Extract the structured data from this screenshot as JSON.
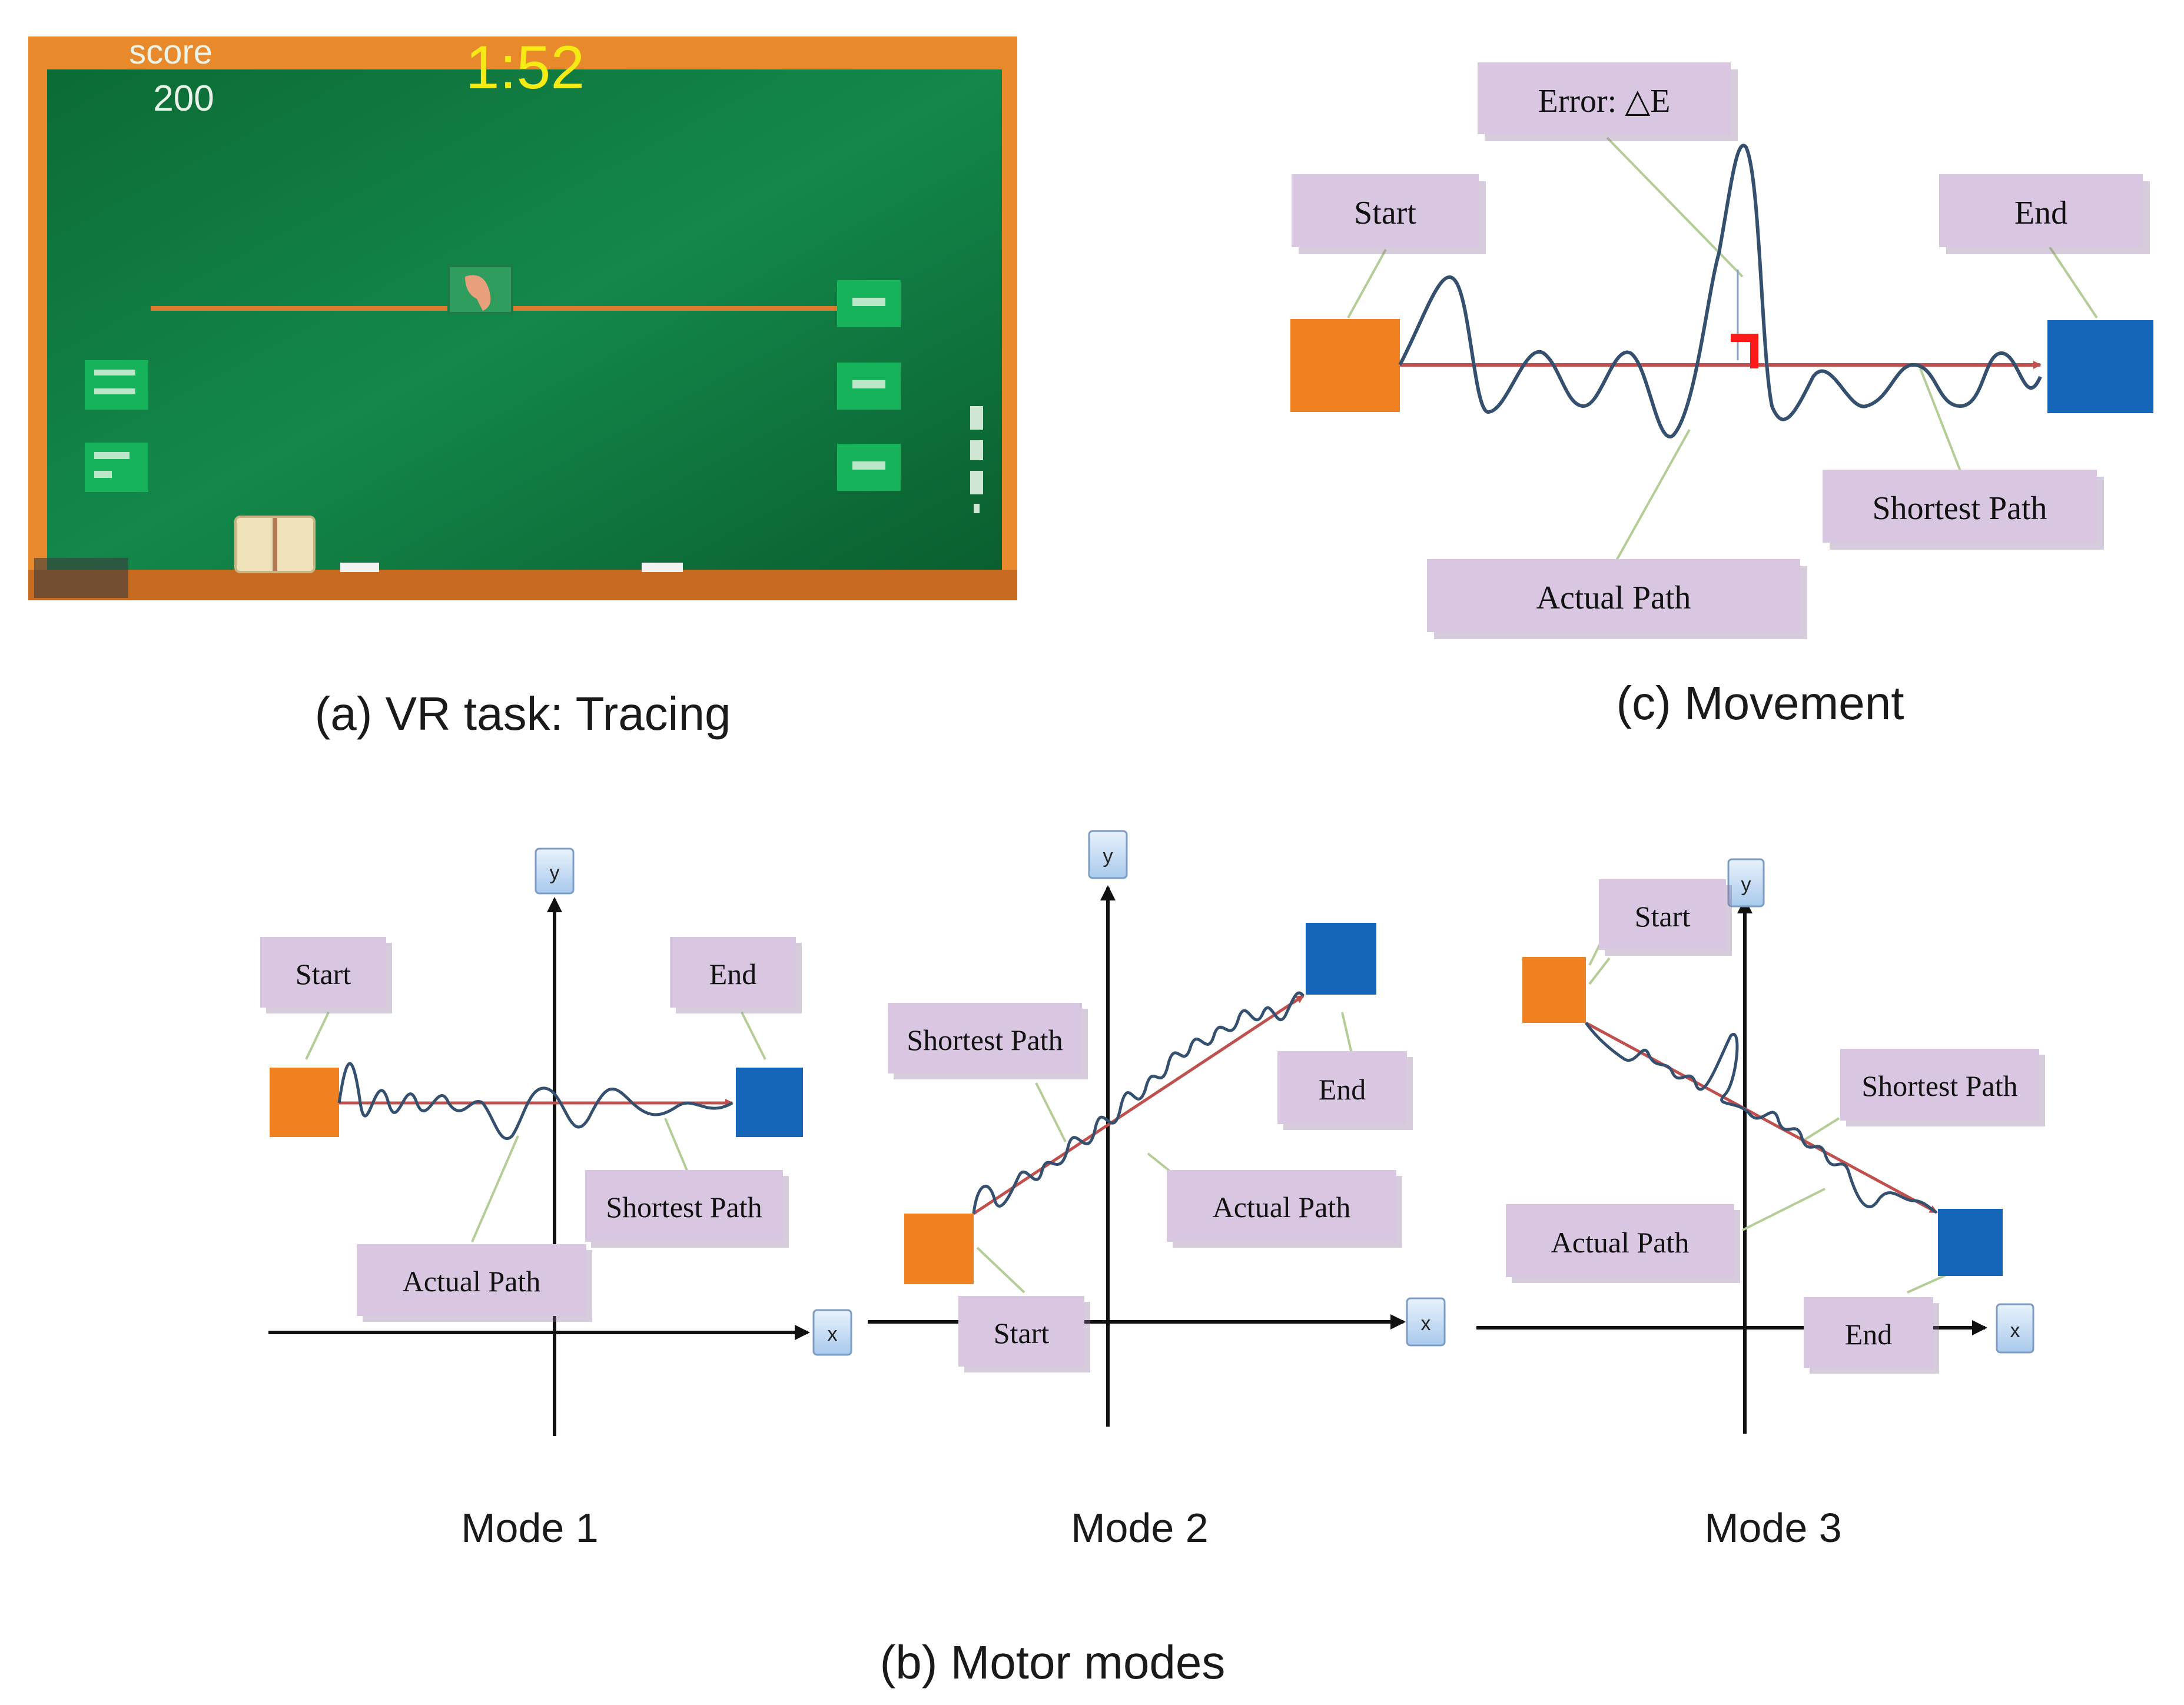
{
  "vr_task": {
    "score_label": "score",
    "score_value": "200",
    "timer": "1:52",
    "caption": "(a) VR task: Tracing",
    "colors": {
      "frame": "#e8892b",
      "board": "#0f7a3c",
      "button": "#17b35a",
      "timer": "#f5ea14"
    }
  },
  "movement": {
    "caption": "(c) Movement",
    "labels": {
      "error": "Error: △E",
      "start": "Start",
      "end": "End",
      "shortest": "Shortest Path",
      "actual": "Actual Path"
    }
  },
  "motor_modes": {
    "caption": "(b) Motor modes",
    "axis_x": "x",
    "axis_y": "y",
    "modes": [
      {
        "name": "Mode 1",
        "start": "Start",
        "end": "End",
        "shortest": "Shortest Path",
        "actual": "Actual Path"
      },
      {
        "name": "Mode 2",
        "start": "Start",
        "end": "End",
        "shortest": "Shortest Path",
        "actual": "Actual Path"
      },
      {
        "name": "Mode 3",
        "start": "Start",
        "end": "End",
        "shortest": "Shortest Path",
        "actual": "Actual Path"
      }
    ]
  },
  "colors": {
    "label_box": "#d9c7e2",
    "start_square": "#f08020",
    "end_square": "#1565b8",
    "actual_path": "#34506e",
    "shortest_path": "#c0504d",
    "leader": "#b4cc96"
  }
}
